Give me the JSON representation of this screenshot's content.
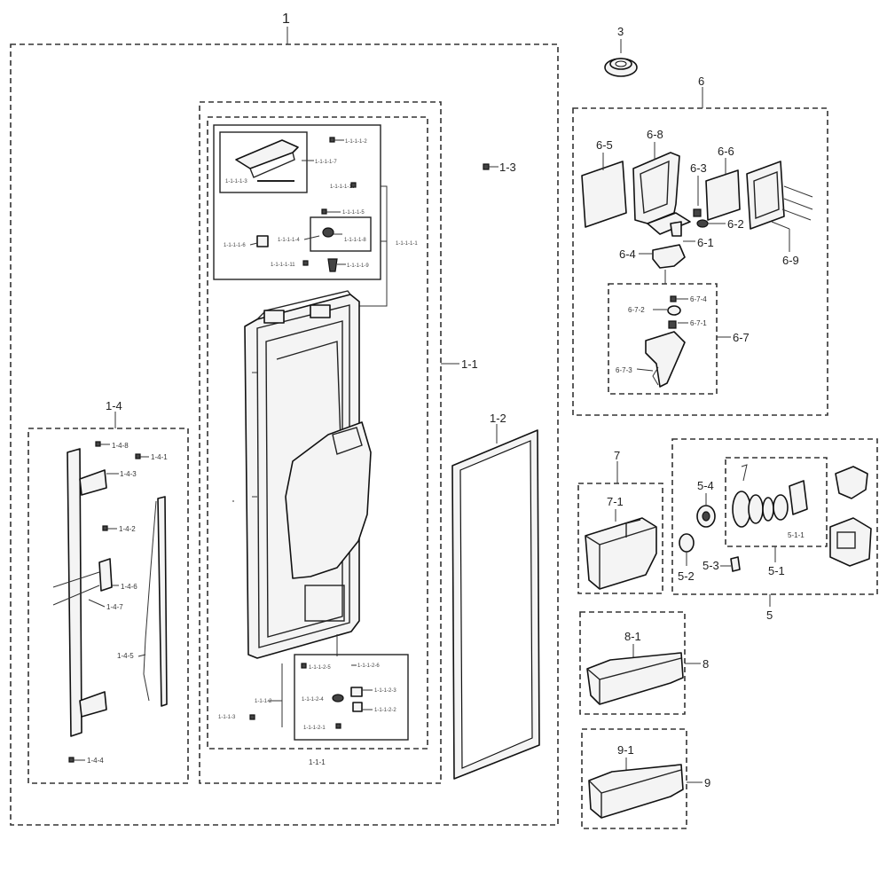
{
  "labels": {
    "l1": "1",
    "l1_1": "1-1",
    "l1_1_1": "1-1-1",
    "l1_2": "1-2",
    "l1_3": "1-3",
    "l1_4": "1-4",
    "l1_4_1": "1-4-1",
    "l1_4_2": "1-4-2",
    "l1_4_3": "1-4-3",
    "l1_4_4": "1-4-4",
    "l1_4_5": "1-4-5",
    "l1_4_6": "1-4-6",
    "l1_4_7": "1-4-7",
    "l1_4_8": "1-4-8",
    "l1_1_1_1": "1-1-1-1",
    "l1_1_1_3": "1-1-1-3",
    "l1_1_1_1_2": "1-1-1-1-2",
    "l1_1_1_1_5": "1-1-1-1-5",
    "l1_1_1_1_7": "1-1-1-1-7",
    "l1_1_1_1_8": "1-1-1-1-8",
    "l1_1_1_1_10": "1-1-1-1-10",
    "l1_1_1_1_4": "1-1-1-1-4",
    "l1_1_1_1_6": "1-1-1-1-6",
    "l1_1_1_1_3": "1-1-1-1-3",
    "l1_1_1_1_11": "1-1-1-1-11",
    "l1_1_1_1_1": "1-1-1-1-1",
    "l1_1_1_1_9": "1-1-1-1-9",
    "l1_1_1_2": "1-1-1-2",
    "l1_1_1_2_5": "1-1-1-2-5",
    "l1_1_1_2_6": "1-1-1-2-6",
    "l1_1_1_2_4": "1-1-1-2-4",
    "l1_1_1_2_3": "1-1-1-2-3",
    "l1_1_1_2_2": "1-1-1-2-2",
    "l1_1_1_2_1": "1-1-1-2-1",
    "l3": "3",
    "l5": "5",
    "l5_1": "5-1",
    "l5_1_1": "5-1-1",
    "l5_2": "5-2",
    "l5_3": "5-3",
    "l5_4": "5-4",
    "l6": "6",
    "l6_1": "6-1",
    "l6_2": "6-2",
    "l6_3": "6-3",
    "l6_4": "6-4",
    "l6_5": "6-5",
    "l6_6": "6-6",
    "l6_7": "6-7",
    "l6_7_1": "6-7-1",
    "l6_7_2": "6-7-2",
    "l6_7_3": "6-7-3",
    "l6_7_4": "6-7-4",
    "l6_8": "6-8",
    "l6_9": "6-9",
    "l7": "7",
    "l7_1": "7-1",
    "l8": "8",
    "l8_1": "8-1",
    "l9": "9",
    "l9_1": "9-1"
  },
  "colors": {
    "line": "#222222",
    "background": "#ffffff"
  }
}
